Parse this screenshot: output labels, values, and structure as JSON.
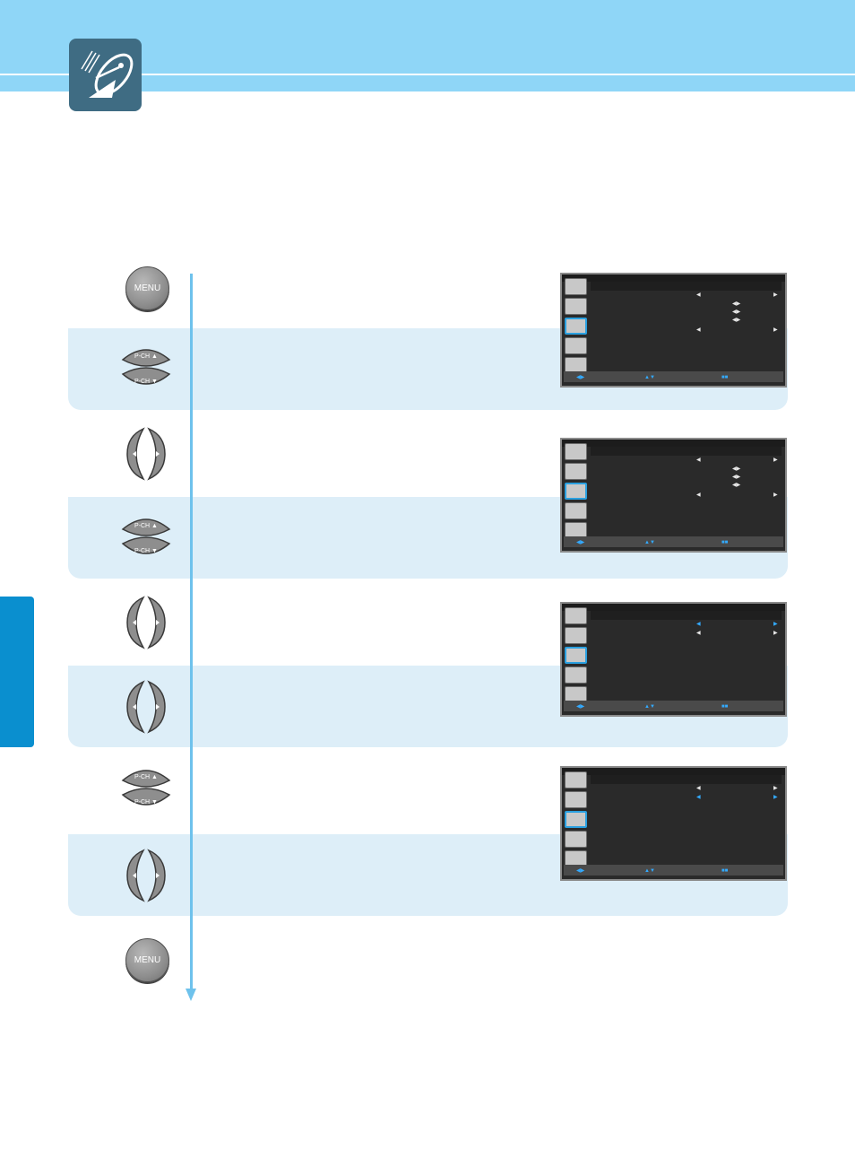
{
  "header": {
    "brand_color": "#8fd6f7",
    "logo_icon": "satellite-dish-icon"
  },
  "section_tab": {
    "color": "#0a8fcf"
  },
  "flow": {
    "line_color": "#6ec2ec"
  },
  "buttons": {
    "menu_label": "MENU",
    "pch_up_label": "P-CH ▲",
    "pch_down_label": "P-CH ▼"
  },
  "osd": {
    "icons": [
      "picture-icon",
      "sound-icon",
      "channel-icon",
      "setup-icon",
      "timer-icon"
    ],
    "selected_icon": "channel-icon"
  }
}
